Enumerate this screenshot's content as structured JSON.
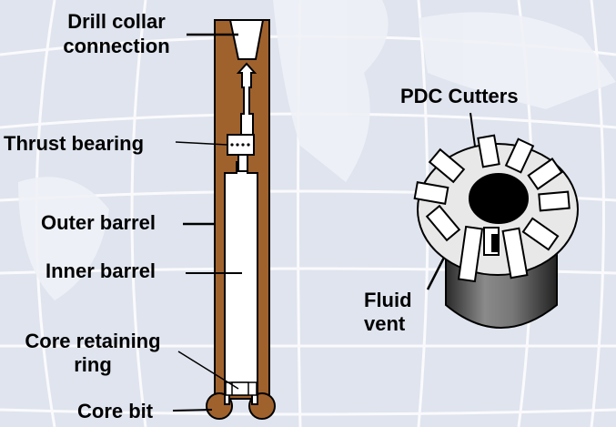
{
  "colors": {
    "background": "#dfe4ee",
    "grid": "#ffffff",
    "barrel": "#a0622d",
    "bit_body": "#6e6e6e"
  },
  "core_barrel_labels": {
    "drill_collar_line1": "Drill collar",
    "drill_collar_line2": "connection",
    "thrust_bearing": "Thrust bearing",
    "outer_barrel": "Outer barrel",
    "inner_barrel": "Inner barrel",
    "core_retaining_line1": "Core retaining",
    "core_retaining_line2": "ring",
    "core_bit": "Core bit"
  },
  "bit_labels": {
    "pdc_cutters": "PDC Cutters",
    "fluid_vent_line1": "Fluid",
    "fluid_vent_line2": "vent"
  }
}
